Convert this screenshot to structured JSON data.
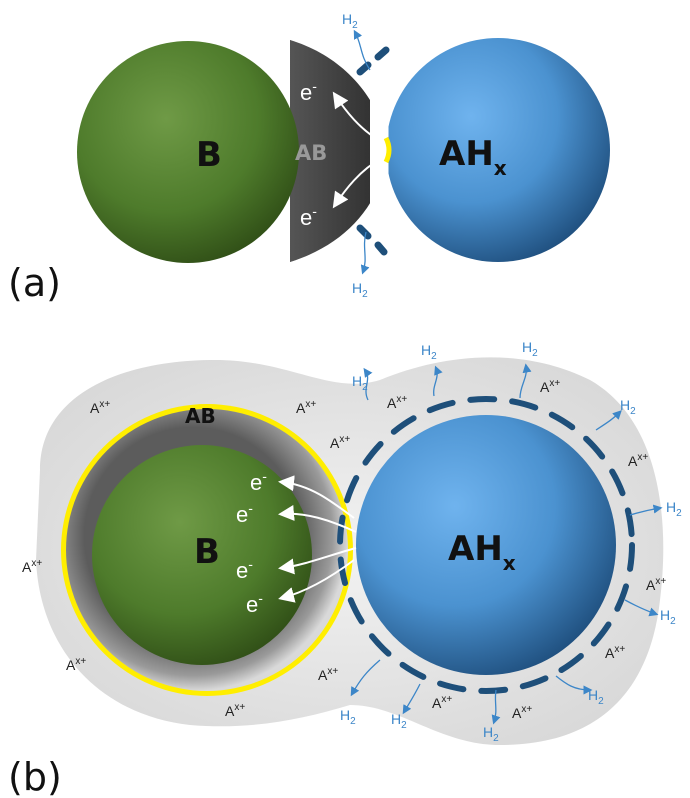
{
  "panel_a": {
    "label": "(a)",
    "sphere_b": "B",
    "sphere_ah": "AH",
    "sphere_ah_sub": "x",
    "layer": "AB",
    "electron": "e",
    "electron_sup": "-",
    "h2": "H",
    "h2_sub": "2"
  },
  "panel_b": {
    "label": "(b)",
    "sphere_b": "B",
    "sphere_ah": "AH",
    "sphere_ah_sub": "x",
    "layer": "AB",
    "electron": "e",
    "electron_sup": "-",
    "h2": "H",
    "h2_sub": "2",
    "ion": "A",
    "ion_sup": "x+"
  },
  "colors": {
    "b_sphere": "#4f7f2e",
    "ah_sphere": "#4a90cf",
    "ab_layer": "#3a3a3a",
    "interface": "#ffee00",
    "h2_text": "#3c86c8",
    "dash": "#1e4f7a"
  }
}
